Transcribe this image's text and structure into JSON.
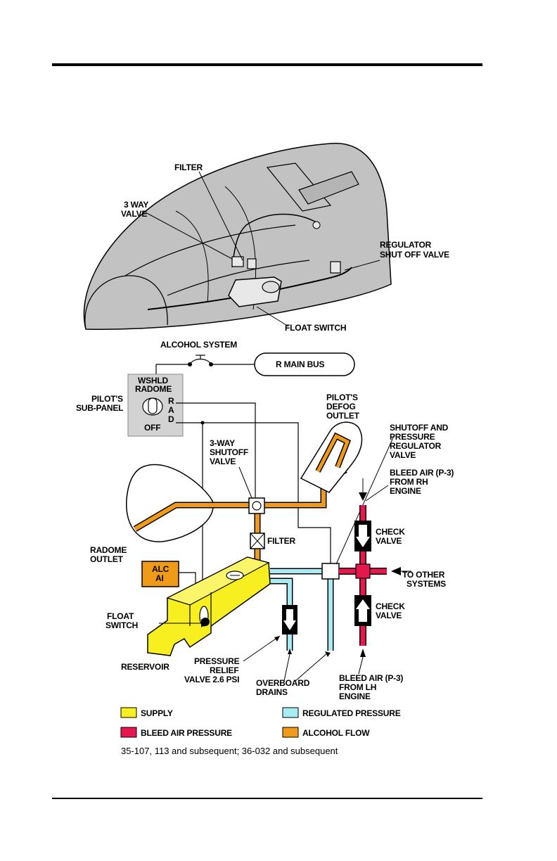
{
  "labels": {
    "filter_top": "FILTER",
    "three_way_valve": [
      "3 WAY",
      "VALVE"
    ],
    "regulator_shut_off_valve": [
      "REGULATOR",
      "SHUT OFF VALVE"
    ],
    "float_switch_top": "FLOAT SWITCH",
    "alcohol_system": "ALCOHOL SYSTEM",
    "r_main_bus": "R MAIN BUS",
    "pilots_sub_panel": [
      "PILOT'S",
      "SUB-PANEL"
    ],
    "switch_top": [
      "WSHLD",
      "RADOME"
    ],
    "switch_letters": [
      "R",
      "A",
      "D"
    ],
    "switch_off": "OFF",
    "pilots_defog_outlet": [
      "PILOT'S",
      "DEFOG",
      "OUTLET"
    ],
    "shutoff_pressure_regulator_valve": [
      "SHUTOFF AND",
      "PRESSURE",
      "REGULATOR",
      "VALVE"
    ],
    "three_way_shutoff_valve": [
      "3-WAY",
      "SHUTOFF",
      "VALVE"
    ],
    "bleed_air_rh": [
      "BLEED AIR (P-3)",
      "FROM RH",
      "ENGINE"
    ],
    "check_valve_upper": [
      "CHECK",
      "VALVE"
    ],
    "radome_outlet": [
      "RADOME",
      "OUTLET"
    ],
    "filter_bottom": "FILTER",
    "alc_ai": [
      "ALC",
      "AI"
    ],
    "to_other_systems": [
      "TO OTHER",
      "SYSTEMS"
    ],
    "check_valve_lower": [
      "CHECK",
      "VALVE"
    ],
    "float_switch_bottom": [
      "FLOAT",
      "SWITCH"
    ],
    "reservoir": "RESERVOIR",
    "pressure_relief_valve": [
      "PRESSURE",
      "RELIEF",
      "VALVE 2.6 PSI"
    ],
    "overboard_drains": [
      "OVERBOARD",
      "DRAINS"
    ],
    "bleed_air_lh": [
      "BLEED AIR (P-3)",
      "FROM LH",
      "ENGINE"
    ]
  },
  "legend": [
    {
      "label": "SUPPLY",
      "color": "#f7ef1f"
    },
    {
      "label": "REGULATED PRESSURE",
      "color": "#a8ecf3"
    },
    {
      "label": "BLEED AIR PRESSURE",
      "color": "#e5174f"
    },
    {
      "label": "ALCOHOL FLOW",
      "color": "#f09a1a"
    }
  ],
  "caption": "35-107, 113 and subsequent; 36-032 and subsequent",
  "colors": {
    "supply": "#f7ef1f",
    "regulated": "#a8ecf3",
    "bleed": "#e5174f",
    "alcohol": "#f09a1a",
    "nose": "#c2c2c2",
    "panel": "#d3d3d3"
  }
}
